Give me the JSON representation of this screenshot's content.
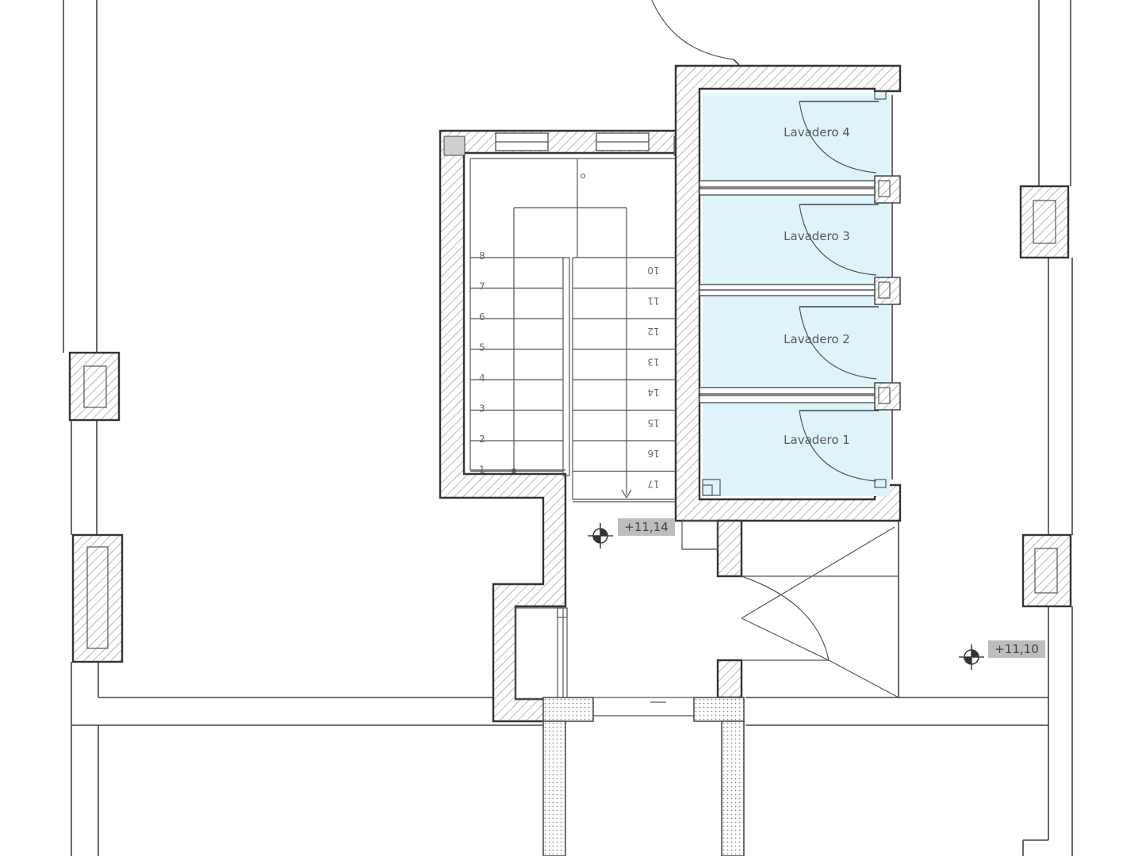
{
  "rooms": [
    {
      "label": "Lavadero 4"
    },
    {
      "label": "Lavadero 3"
    },
    {
      "label": "Lavadero 2"
    },
    {
      "label": "Lavadero 1"
    }
  ],
  "stairs": {
    "left_steps": [
      "8",
      "7",
      "6",
      "5",
      "4",
      "3",
      "2",
      "1"
    ],
    "right_steps": [
      "10",
      "11",
      "12",
      "13",
      "14",
      "15",
      "16",
      "17"
    ]
  },
  "levels": {
    "landing": "+11,14",
    "exterior": "+11,10"
  },
  "colors": {
    "laundry_fill": "#dff3fa",
    "wall_stroke": "#333333",
    "level_tag": "#bdbdbd"
  }
}
